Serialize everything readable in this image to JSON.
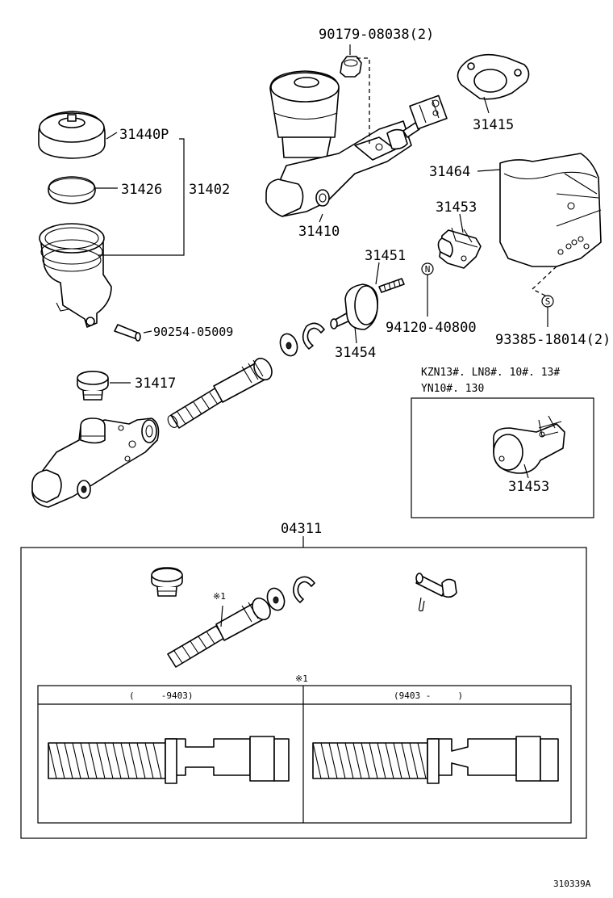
{
  "labels": {
    "p90179": "90179-08038(2)",
    "p31415": "31415",
    "p31440P": "31440P",
    "p31426": "31426",
    "p31402": "31402",
    "p31410": "31410",
    "p31464": "31464",
    "p31453": "31453",
    "p31451": "31451",
    "p94120": "94120-40800",
    "p93385": "93385-18014(2)",
    "p90254": "90254-05009",
    "p31454": "31454",
    "p31417": "31417",
    "p31453_alt": "31453",
    "p04311": "04311"
  },
  "symbols": {
    "n": "N",
    "s": "S",
    "mark1": "※1"
  },
  "applicability": {
    "line1": "KZN13#. LN8#. 10#. 13#",
    "line2": "YN10#. 130"
  },
  "table": {
    "note": "※1",
    "col1_header": "(     -9403)",
    "col2_header": "(9403 -     )"
  },
  "footer": {
    "code": "310339A"
  }
}
